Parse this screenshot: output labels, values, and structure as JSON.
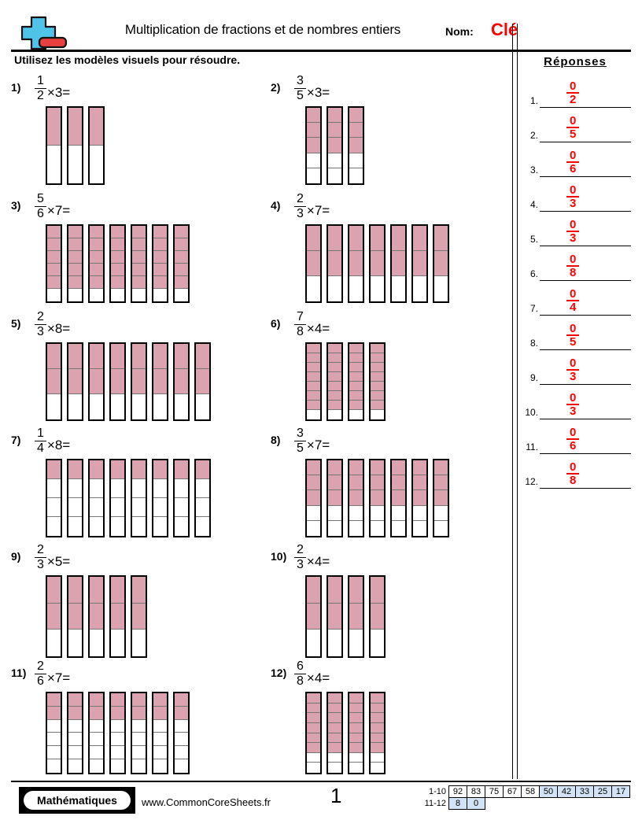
{
  "header": {
    "title": "Multiplication de fractions et de nombres entiers",
    "name_label": "Nom:",
    "name_value": "Clé",
    "logo_icon": "plus-minus-logo"
  },
  "instructions": "Utilisez les modèles visuels pour résoudre.",
  "problems": [
    {
      "num": "1)",
      "numerator": "1",
      "denominator": "2",
      "times": "×3=",
      "whole": 3,
      "parts": 2,
      "shaded": 1
    },
    {
      "num": "2)",
      "numerator": "3",
      "denominator": "5",
      "times": "×3=",
      "whole": 3,
      "parts": 5,
      "shaded": 3
    },
    {
      "num": "3)",
      "numerator": "5",
      "denominator": "6",
      "times": "×7=",
      "whole": 7,
      "parts": 6,
      "shaded": 5
    },
    {
      "num": "4)",
      "numerator": "2",
      "denominator": "3",
      "times": "×7=",
      "whole": 7,
      "parts": 3,
      "shaded": 2
    },
    {
      "num": "5)",
      "numerator": "2",
      "denominator": "3",
      "times": "×8=",
      "whole": 8,
      "parts": 3,
      "shaded": 2
    },
    {
      "num": "6)",
      "numerator": "7",
      "denominator": "8",
      "times": "×4=",
      "whole": 4,
      "parts": 8,
      "shaded": 7
    },
    {
      "num": "7)",
      "numerator": "1",
      "denominator": "4",
      "times": "×8=",
      "whole": 8,
      "parts": 4,
      "shaded": 1
    },
    {
      "num": "8)",
      "numerator": "3",
      "denominator": "5",
      "times": "×7=",
      "whole": 7,
      "parts": 5,
      "shaded": 3
    },
    {
      "num": "9)",
      "numerator": "2",
      "denominator": "3",
      "times": "×5=",
      "whole": 5,
      "parts": 3,
      "shaded": 2
    },
    {
      "num": "10)",
      "numerator": "2",
      "denominator": "3",
      "times": "×4=",
      "whole": 4,
      "parts": 3,
      "shaded": 2
    },
    {
      "num": "11)",
      "numerator": "2",
      "denominator": "6",
      "times": "×7=",
      "whole": 7,
      "parts": 6,
      "shaded": 2
    },
    {
      "num": "12)",
      "numerator": "6",
      "denominator": "8",
      "times": "×4=",
      "whole": 4,
      "parts": 8,
      "shaded": 6
    }
  ],
  "answers": {
    "title": "Réponses",
    "items": [
      {
        "index": "1.",
        "numerator": "0",
        "denominator": "2"
      },
      {
        "index": "2.",
        "numerator": "0",
        "denominator": "5"
      },
      {
        "index": "3.",
        "numerator": "0",
        "denominator": "6"
      },
      {
        "index": "4.",
        "numerator": "0",
        "denominator": "3"
      },
      {
        "index": "5.",
        "numerator": "0",
        "denominator": "3"
      },
      {
        "index": "6.",
        "numerator": "0",
        "denominator": "8"
      },
      {
        "index": "7.",
        "numerator": "0",
        "denominator": "4"
      },
      {
        "index": "8.",
        "numerator": "0",
        "denominator": "5"
      },
      {
        "index": "9.",
        "numerator": "0",
        "denominator": "3"
      },
      {
        "index": "10.",
        "numerator": "0",
        "denominator": "3"
      },
      {
        "index": "11.",
        "numerator": "0",
        "denominator": "6"
      },
      {
        "index": "12.",
        "numerator": "0",
        "denominator": "8"
      }
    ]
  },
  "footer": {
    "brand": "Mathématiques",
    "site": "www.CommonCoreSheets.fr",
    "page_number": "1",
    "score_rows": [
      {
        "label": "1-10",
        "cells": [
          {
            "value": "92",
            "shaded": false
          },
          {
            "value": "83",
            "shaded": false
          },
          {
            "value": "75",
            "shaded": false
          },
          {
            "value": "67",
            "shaded": false
          },
          {
            "value": "58",
            "shaded": false
          },
          {
            "value": "50",
            "shaded": true
          },
          {
            "value": "42",
            "shaded": true
          },
          {
            "value": "33",
            "shaded": true
          },
          {
            "value": "25",
            "shaded": true
          },
          {
            "value": "17",
            "shaded": true
          }
        ]
      },
      {
        "label": "11-12",
        "cells": [
          {
            "value": "8",
            "shaded": true
          },
          {
            "value": "0",
            "shaded": true
          }
        ]
      }
    ]
  },
  "colors": {
    "fill": "#dba3b0",
    "answer_red": "#ff0000",
    "score_shade": "#d2e3f7",
    "logo_blue": "#4fc3e8",
    "logo_red": "#e84040"
  }
}
